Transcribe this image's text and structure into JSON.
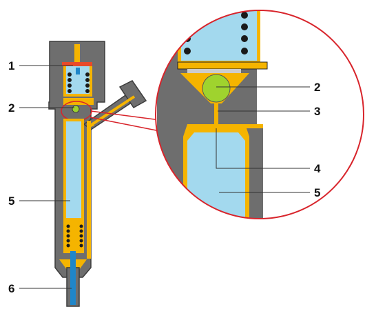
{
  "labels": {
    "l1": "1",
    "l2_left": "2",
    "l5_left": "5",
    "l6": "6",
    "l2_right": "2",
    "l3": "3",
    "l4": "4",
    "l5_right": "5"
  },
  "colors": {
    "housing": "#6e6e6e",
    "fuel": "#f5b400",
    "fluid": "#a3d9ee",
    "ball": "#9fd32e",
    "needle_tip": "#1f86c9",
    "spring": "#1a1a1a",
    "red_part": "#e84a2a",
    "magnifier_ring": "#d8242b"
  }
}
